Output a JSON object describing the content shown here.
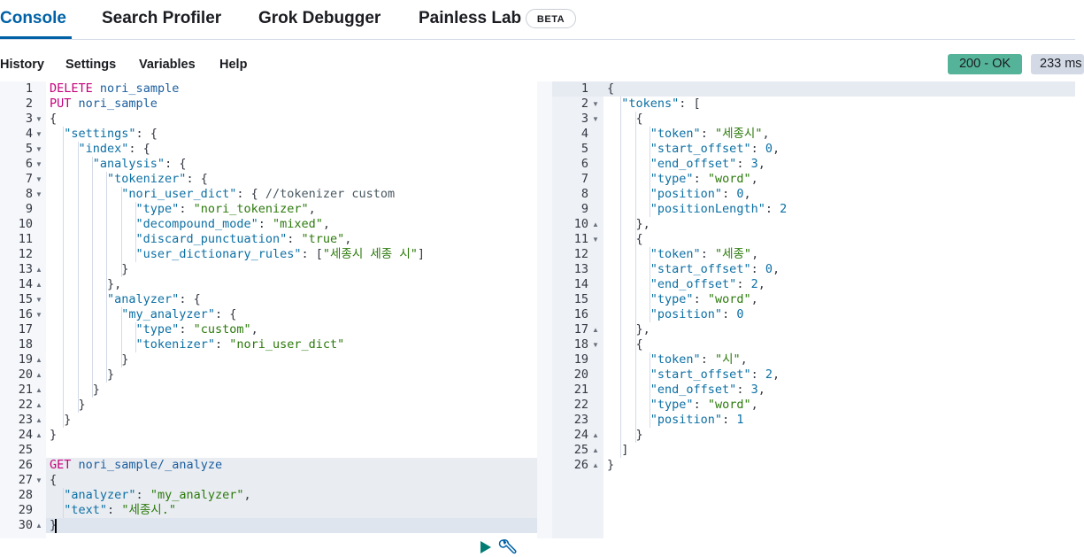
{
  "tabs": [
    {
      "label": "Console",
      "active": true
    },
    {
      "label": "Search Profiler"
    },
    {
      "label": "Grok Debugger"
    },
    {
      "label": "Painless Lab",
      "badge": "BETA"
    }
  ],
  "toolbar": {
    "items": [
      "History",
      "Settings",
      "Variables",
      "Help"
    ],
    "status": "200 - OK",
    "timing": "233 ms"
  },
  "colors": {
    "accent": "#0061a6",
    "status_ok": "#54b399",
    "method": "#c6007a",
    "string": "#2b7a0b",
    "key": "#0b6fa4"
  },
  "request_editor": {
    "lines": [
      {
        "n": "1",
        "t": [
          [
            "m",
            "DELETE"
          ],
          [
            "p",
            " "
          ],
          [
            "u",
            "nori_sample"
          ]
        ]
      },
      {
        "n": "2",
        "t": [
          [
            "m",
            "PUT"
          ],
          [
            "p",
            " "
          ],
          [
            "u",
            "nori_sample"
          ]
        ]
      },
      {
        "n": "3",
        "t": [
          [
            "p",
            "{"
          ]
        ]
      },
      {
        "n": "4",
        "t": [
          [
            "p",
            "  "
          ],
          [
            "k",
            "\"settings\""
          ],
          [
            "p",
            ": {"
          ]
        ]
      },
      {
        "n": "5",
        "t": [
          [
            "p",
            "    "
          ],
          [
            "k",
            "\"index\""
          ],
          [
            "p",
            ": {"
          ]
        ]
      },
      {
        "n": "6",
        "t": [
          [
            "p",
            "      "
          ],
          [
            "k",
            "\"analysis\""
          ],
          [
            "p",
            ": {"
          ]
        ]
      },
      {
        "n": "7",
        "t": [
          [
            "p",
            "        "
          ],
          [
            "k",
            "\"tokenizer\""
          ],
          [
            "p",
            ": {"
          ]
        ]
      },
      {
        "n": "8",
        "t": [
          [
            "p",
            "          "
          ],
          [
            "k",
            "\"nori_user_dict\""
          ],
          [
            "p",
            ": { "
          ],
          [
            "c",
            "//tokenizer custom"
          ]
        ]
      },
      {
        "n": "9",
        "t": [
          [
            "p",
            "            "
          ],
          [
            "k",
            "\"type\""
          ],
          [
            "p",
            ": "
          ],
          [
            "s",
            "\"nori_tokenizer\""
          ],
          [
            "p",
            ","
          ]
        ]
      },
      {
        "n": "10",
        "t": [
          [
            "p",
            "            "
          ],
          [
            "k",
            "\"decompound_mode\""
          ],
          [
            "p",
            ": "
          ],
          [
            "s",
            "\"mixed\""
          ],
          [
            "p",
            ","
          ]
        ]
      },
      {
        "n": "11",
        "t": [
          [
            "p",
            "            "
          ],
          [
            "k",
            "\"discard_punctuation\""
          ],
          [
            "p",
            ": "
          ],
          [
            "s",
            "\"true\""
          ],
          [
            "p",
            ","
          ]
        ]
      },
      {
        "n": "12",
        "t": [
          [
            "p",
            "            "
          ],
          [
            "k",
            "\"user_dictionary_rules\""
          ],
          [
            "p",
            ": ["
          ],
          [
            "s",
            "\"세종시 세종 시\""
          ],
          [
            "p",
            "]"
          ]
        ]
      },
      {
        "n": "13",
        "t": [
          [
            "p",
            "          }"
          ]
        ]
      },
      {
        "n": "14",
        "t": [
          [
            "p",
            "        },"
          ]
        ]
      },
      {
        "n": "15",
        "t": [
          [
            "p",
            "        "
          ],
          [
            "k",
            "\"analyzer\""
          ],
          [
            "p",
            ": {"
          ]
        ]
      },
      {
        "n": "16",
        "t": [
          [
            "p",
            "          "
          ],
          [
            "k",
            "\"my_analyzer\""
          ],
          [
            "p",
            ": {"
          ]
        ]
      },
      {
        "n": "17",
        "t": [
          [
            "p",
            "            "
          ],
          [
            "k",
            "\"type\""
          ],
          [
            "p",
            ": "
          ],
          [
            "s",
            "\"custom\""
          ],
          [
            "p",
            ","
          ]
        ]
      },
      {
        "n": "18",
        "t": [
          [
            "p",
            "            "
          ],
          [
            "k",
            "\"tokenizer\""
          ],
          [
            "p",
            ": "
          ],
          [
            "s",
            "\"nori_user_dict\""
          ]
        ]
      },
      {
        "n": "19",
        "t": [
          [
            "p",
            "          }"
          ]
        ]
      },
      {
        "n": "20",
        "t": [
          [
            "p",
            "        }"
          ]
        ]
      },
      {
        "n": "21",
        "t": [
          [
            "p",
            "      }"
          ]
        ]
      },
      {
        "n": "22",
        "t": [
          [
            "p",
            "    }"
          ]
        ]
      },
      {
        "n": "23",
        "t": [
          [
            "p",
            "  }"
          ]
        ]
      },
      {
        "n": "24",
        "t": [
          [
            "p",
            "}"
          ]
        ]
      },
      {
        "n": "25",
        "t": []
      },
      {
        "n": "26",
        "t": [
          [
            "m",
            "GET"
          ],
          [
            "p",
            " "
          ],
          [
            "u",
            "nori_sample/_analyze"
          ]
        ]
      },
      {
        "n": "27",
        "t": [
          [
            "p",
            "{"
          ]
        ]
      },
      {
        "n": "28",
        "t": [
          [
            "p",
            "  "
          ],
          [
            "k",
            "\"analyzer\""
          ],
          [
            "p",
            ": "
          ],
          [
            "s",
            "\"my_analyzer\""
          ],
          [
            "p",
            ","
          ]
        ]
      },
      {
        "n": "29",
        "t": [
          [
            "p",
            "  "
          ],
          [
            "k",
            "\"text\""
          ],
          [
            "p",
            ": "
          ],
          [
            "s",
            "\"세종시.\""
          ]
        ]
      },
      {
        "n": "30",
        "t": [
          [
            "p",
            "}"
          ]
        ]
      }
    ]
  },
  "response_editor": {
    "lines": [
      {
        "n": "1",
        "t": [
          [
            "p",
            "{"
          ]
        ]
      },
      {
        "n": "2",
        "t": [
          [
            "p",
            "  "
          ],
          [
            "k",
            "\"tokens\""
          ],
          [
            "p",
            ": ["
          ]
        ]
      },
      {
        "n": "3",
        "t": [
          [
            "p",
            "    {"
          ]
        ]
      },
      {
        "n": "4",
        "t": [
          [
            "p",
            "      "
          ],
          [
            "k",
            "\"token\""
          ],
          [
            "p",
            ": "
          ],
          [
            "s",
            "\"세종시\""
          ],
          [
            "p",
            ","
          ]
        ]
      },
      {
        "n": "5",
        "t": [
          [
            "p",
            "      "
          ],
          [
            "k",
            "\"start_offset\""
          ],
          [
            "p",
            ": "
          ],
          [
            "n",
            "0"
          ],
          [
            "p",
            ","
          ]
        ]
      },
      {
        "n": "6",
        "t": [
          [
            "p",
            "      "
          ],
          [
            "k",
            "\"end_offset\""
          ],
          [
            "p",
            ": "
          ],
          [
            "n",
            "3"
          ],
          [
            "p",
            ","
          ]
        ]
      },
      {
        "n": "7",
        "t": [
          [
            "p",
            "      "
          ],
          [
            "k",
            "\"type\""
          ],
          [
            "p",
            ": "
          ],
          [
            "s",
            "\"word\""
          ],
          [
            "p",
            ","
          ]
        ]
      },
      {
        "n": "8",
        "t": [
          [
            "p",
            "      "
          ],
          [
            "k",
            "\"position\""
          ],
          [
            "p",
            ": "
          ],
          [
            "n",
            "0"
          ],
          [
            "p",
            ","
          ]
        ]
      },
      {
        "n": "9",
        "t": [
          [
            "p",
            "      "
          ],
          [
            "k",
            "\"positionLength\""
          ],
          [
            "p",
            ": "
          ],
          [
            "n",
            "2"
          ]
        ]
      },
      {
        "n": "10",
        "t": [
          [
            "p",
            "    },"
          ]
        ]
      },
      {
        "n": "11",
        "t": [
          [
            "p",
            "    {"
          ]
        ]
      },
      {
        "n": "12",
        "t": [
          [
            "p",
            "      "
          ],
          [
            "k",
            "\"token\""
          ],
          [
            "p",
            ": "
          ],
          [
            "s",
            "\"세종\""
          ],
          [
            "p",
            ","
          ]
        ]
      },
      {
        "n": "13",
        "t": [
          [
            "p",
            "      "
          ],
          [
            "k",
            "\"start_offset\""
          ],
          [
            "p",
            ": "
          ],
          [
            "n",
            "0"
          ],
          [
            "p",
            ","
          ]
        ]
      },
      {
        "n": "14",
        "t": [
          [
            "p",
            "      "
          ],
          [
            "k",
            "\"end_offset\""
          ],
          [
            "p",
            ": "
          ],
          [
            "n",
            "2"
          ],
          [
            "p",
            ","
          ]
        ]
      },
      {
        "n": "15",
        "t": [
          [
            "p",
            "      "
          ],
          [
            "k",
            "\"type\""
          ],
          [
            "p",
            ": "
          ],
          [
            "s",
            "\"word\""
          ],
          [
            "p",
            ","
          ]
        ]
      },
      {
        "n": "16",
        "t": [
          [
            "p",
            "      "
          ],
          [
            "k",
            "\"position\""
          ],
          [
            "p",
            ": "
          ],
          [
            "n",
            "0"
          ]
        ]
      },
      {
        "n": "17",
        "t": [
          [
            "p",
            "    },"
          ]
        ]
      },
      {
        "n": "18",
        "t": [
          [
            "p",
            "    {"
          ]
        ]
      },
      {
        "n": "19",
        "t": [
          [
            "p",
            "      "
          ],
          [
            "k",
            "\"token\""
          ],
          [
            "p",
            ": "
          ],
          [
            "s",
            "\"시\""
          ],
          [
            "p",
            ","
          ]
        ]
      },
      {
        "n": "20",
        "t": [
          [
            "p",
            "      "
          ],
          [
            "k",
            "\"start_offset\""
          ],
          [
            "p",
            ": "
          ],
          [
            "n",
            "2"
          ],
          [
            "p",
            ","
          ]
        ]
      },
      {
        "n": "21",
        "t": [
          [
            "p",
            "      "
          ],
          [
            "k",
            "\"end_offset\""
          ],
          [
            "p",
            ": "
          ],
          [
            "n",
            "3"
          ],
          [
            "p",
            ","
          ]
        ]
      },
      {
        "n": "22",
        "t": [
          [
            "p",
            "      "
          ],
          [
            "k",
            "\"type\""
          ],
          [
            "p",
            ": "
          ],
          [
            "s",
            "\"word\""
          ],
          [
            "p",
            ","
          ]
        ]
      },
      {
        "n": "23",
        "t": [
          [
            "p",
            "      "
          ],
          [
            "k",
            "\"position\""
          ],
          [
            "p",
            ": "
          ],
          [
            "n",
            "1"
          ]
        ]
      },
      {
        "n": "24",
        "t": [
          [
            "p",
            "    }"
          ]
        ]
      },
      {
        "n": "25",
        "t": [
          [
            "p",
            "  ]"
          ]
        ]
      },
      {
        "n": "26",
        "t": [
          [
            "p",
            "}"
          ]
        ]
      }
    ]
  },
  "icons": {
    "run": "play-icon",
    "settings": "wrench-icon"
  }
}
